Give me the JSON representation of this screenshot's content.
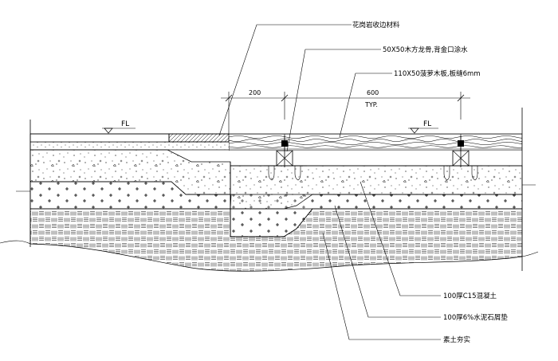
{
  "callouts": {
    "top1": "花岗岩收边材料",
    "top2": "50X50木方龙骨,背金口涂水",
    "top3": "110X50菠萝木板,板缝6mm",
    "bottom1": "100厚C15混凝土",
    "bottom2": "100厚6%水泥石屑垫",
    "bottom3": "素土夯实"
  },
  "dimensions": {
    "left": "200",
    "right": "600",
    "right_note": "TYP."
  },
  "levels": {
    "left": "FL",
    "right": "FL"
  },
  "colors": {
    "line": "#000000",
    "background": "#ffffff"
  }
}
